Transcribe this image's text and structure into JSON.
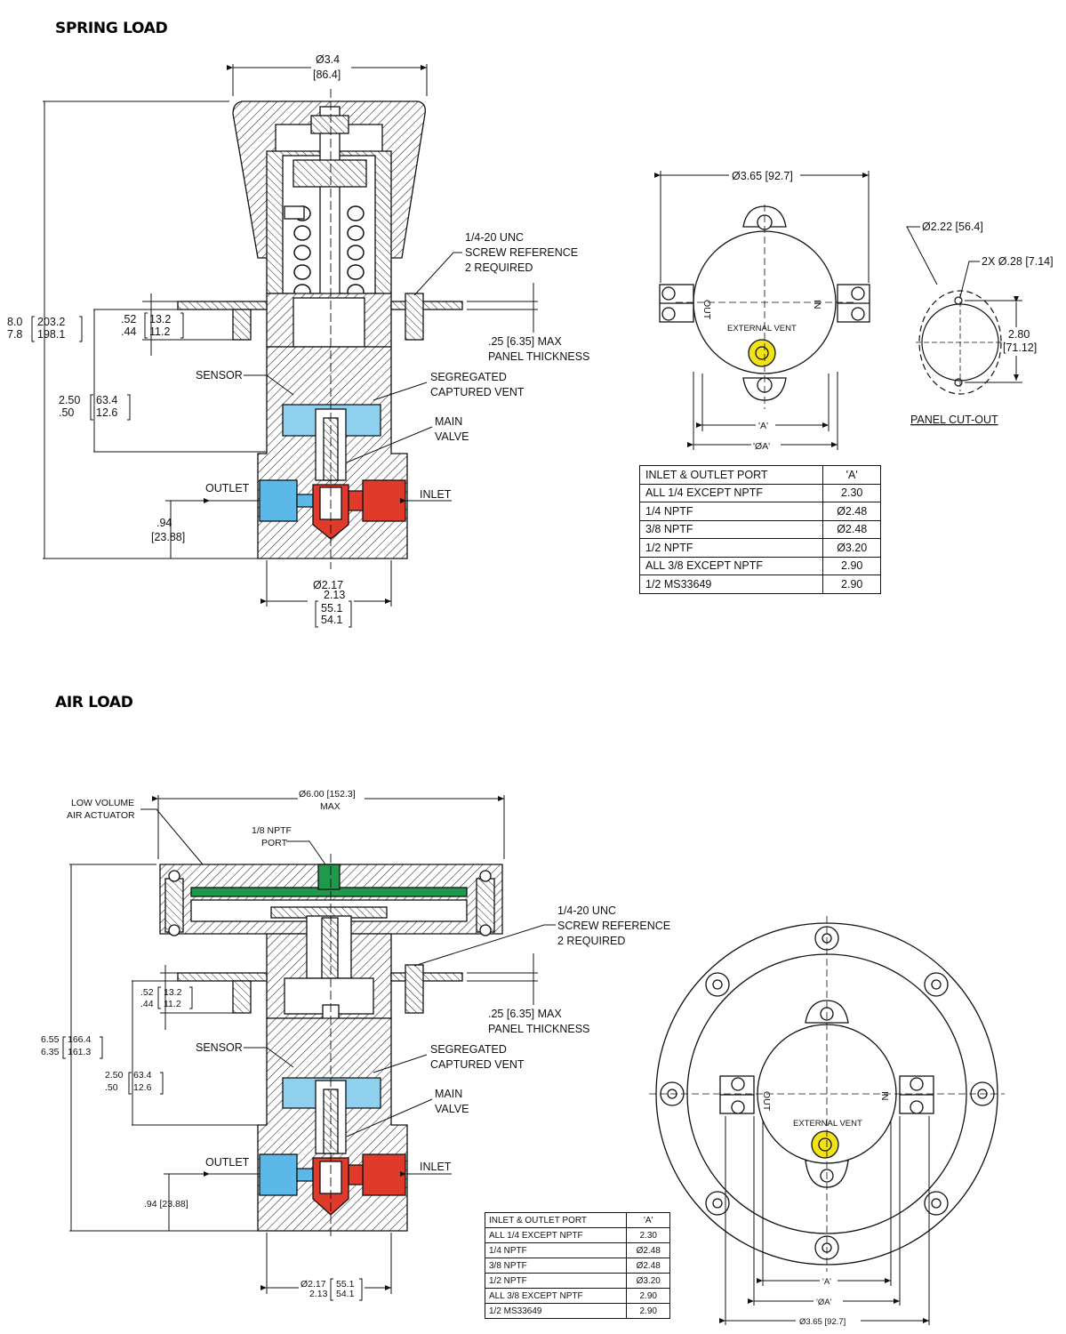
{
  "spring_load": {
    "title": "SPRING LOAD",
    "dim_top_dia": "Ø3.4",
    "dim_top_dia_mm": "[86.4]",
    "dim_height_in_a": "8.0",
    "dim_height_in_b": "7.8",
    "dim_height_mm_a": "203.2",
    "dim_height_mm_b": "198.1",
    "dim_panel_in_a": ".52",
    "dim_panel_in_b": ".44",
    "dim_panel_mm_a": "13.2",
    "dim_panel_mm_b": "11.2",
    "dim_mid_in_a": "2.50",
    "dim_mid_in_b": ".50",
    "dim_mid_mm_a": "63.4",
    "dim_mid_mm_b": "12.6",
    "dim_port_in": ".94",
    "dim_port_mm": "[23.88]",
    "dim_body_in_a": "Ø2.17",
    "dim_body_in_b": "2.13",
    "dim_body_mm_a": "55.1",
    "dim_body_mm_b": "54.1",
    "screw_line1": "1/4-20 UNC",
    "screw_line2": "SCREW REFERENCE",
    "screw_line3": "2 REQUIRED",
    "panel_line1": ".25 [6.35] MAX",
    "panel_line2": "PANEL THICKNESS",
    "sensor": "SENSOR",
    "vent_line1": "SEGREGATED",
    "vent_line2": "CAPTURED VENT",
    "valve_line1": "MAIN",
    "valve_line2": "VALVE",
    "outlet": "OUTLET",
    "inlet": "INLET"
  },
  "top_view": {
    "dia": "Ø3.65 [92.7]",
    "out": "OUT",
    "in": "IN",
    "external_vent": "EXTERNAL VENT",
    "a": "'A'",
    "oa": "'ØA'"
  },
  "panel_cutout": {
    "dia": "Ø2.22 [56.4]",
    "holes": "2X Ø.28 [7.14]",
    "spacing_a": "2.80",
    "spacing_b": "[71.12]",
    "title": "PANEL CUT-OUT"
  },
  "port_table": {
    "header": [
      "INLET & OUTLET PORT",
      "'A'"
    ],
    "rows": [
      [
        "ALL 1/4 EXCEPT NPTF",
        "2.30"
      ],
      [
        "1/4 NPTF",
        "Ø2.48"
      ],
      [
        "3/8 NPTF",
        "Ø2.48"
      ],
      [
        "1/2 NPTF",
        "Ø3.20"
      ],
      [
        "ALL 3/8 EXCEPT NPTF",
        "2.90"
      ],
      [
        "1/2 MS33649",
        "2.90"
      ]
    ]
  },
  "air_load": {
    "title": "AIR LOAD",
    "actuator_line1": "LOW VOLUME",
    "actuator_line2": "AIR ACTUATOR",
    "dim_top_dia": "Ø6.00 [152.3]",
    "dim_top_max": "MAX",
    "port_line1": "1/8 NPTF",
    "port_line2": "PORT",
    "dim_height_in_a": "6.55",
    "dim_height_in_b": "6.35",
    "dim_height_mm_a": "166.4",
    "dim_height_mm_b": "161.3",
    "dim_panel_in_a": ".52",
    "dim_panel_in_b": ".44",
    "dim_panel_mm_a": "13.2",
    "dim_panel_mm_b": "11.2",
    "dim_mid_in_a": "2.50",
    "dim_mid_in_b": ".50",
    "dim_mid_mm_a": "63.4",
    "dim_mid_mm_b": "12.6",
    "dim_port": ".94 [23.88]",
    "dim_body_in_a": "Ø2.17",
    "dim_body_in_b": "2.13",
    "dim_body_mm_a": "55.1",
    "dim_body_mm_b": "54.1",
    "screw_line1": "1/4-20 UNC",
    "screw_line2": "SCREW REFERENCE",
    "screw_line3": "2 REQUIRED",
    "panel_line1": ".25 [6.35] MAX",
    "panel_line2": "PANEL THICKNESS",
    "sensor": "SENSOR",
    "vent_line1": "SEGREGATED",
    "vent_line2": "CAPTURED VENT",
    "valve_line1": "MAIN",
    "valve_line2": "VALVE",
    "outlet": "OUTLET",
    "inlet": "INLET"
  },
  "air_top_view": {
    "out": "OUT",
    "in": "IN",
    "external_vent": "EXTERNAL VENT",
    "a": "'A'",
    "oa": "'ØA'",
    "dia": "Ø3.65 [92.7]"
  },
  "colors": {
    "outlet": "#5bb8e8",
    "inlet": "#e03a2a",
    "sensor_band": "#f2e21a",
    "vent_blue": "#8fd0ef",
    "seal_dark": "#2b2b2b",
    "actuator_green": "#1f9a4c"
  }
}
